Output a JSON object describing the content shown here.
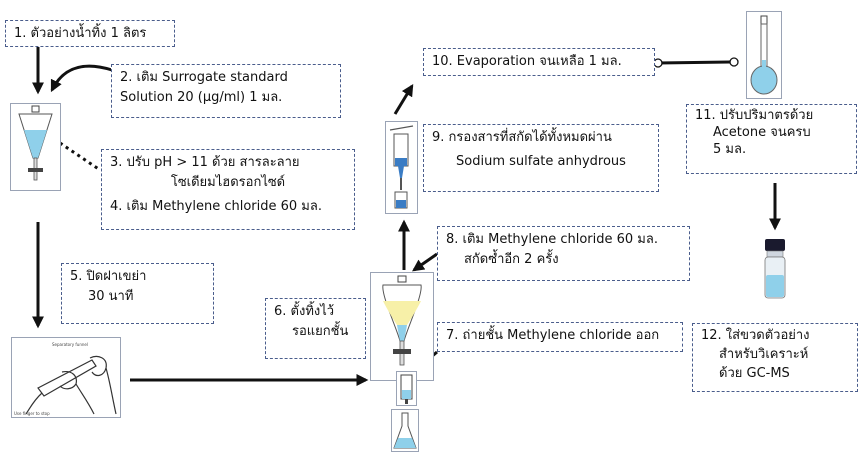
{
  "steps": {
    "s1": "1. ตัวอย่างน้ำทิ้ง 1 ลิตร",
    "s2": [
      "2. เติม Surrogate standard",
      "Solution 20 (µg/ml) 1 มล."
    ],
    "s3": [
      "3. ปรับ pH > 11 ด้วย สารละลาย",
      "โซเดียมไฮดรอกไซด์"
    ],
    "s4": "4. เติม Methylene chloride 60 มล.",
    "s5": [
      "5. ปิดฝาเขย่า",
      "30 นาที"
    ],
    "s6": [
      "6. ตั้งทิ้งไว้",
      "รอแยกชั้น"
    ],
    "s7": "7. ถ่ายชั้น Methylene chloride ออก",
    "s8": [
      "8. เติม Methylene chloride 60 มล.",
      "สกัดซ้ำอีก 2 ครั้ง"
    ],
    "s9": [
      "9. กรองสารที่สกัดได้ทั้งหมดผ่าน",
      "Sodium sulfate anhydrous"
    ],
    "s10": "10. Evaporation จนเหลือ 1 มล.",
    "s11": [
      "11. ปรับปริมาตรด้วย",
      "Acetone จนครบ",
      "5 มล."
    ],
    "s12": [
      "12. ใส่ขวดตัวอย่าง",
      "สำหรับวิเคราะห์",
      "ด้วย GC-MS"
    ]
  },
  "colors": {
    "border": "#4a5d8c",
    "solvent_blue": "#8fd0ea",
    "upper_layer_yellow": "#f7f0a8",
    "arrow": "#111111"
  }
}
